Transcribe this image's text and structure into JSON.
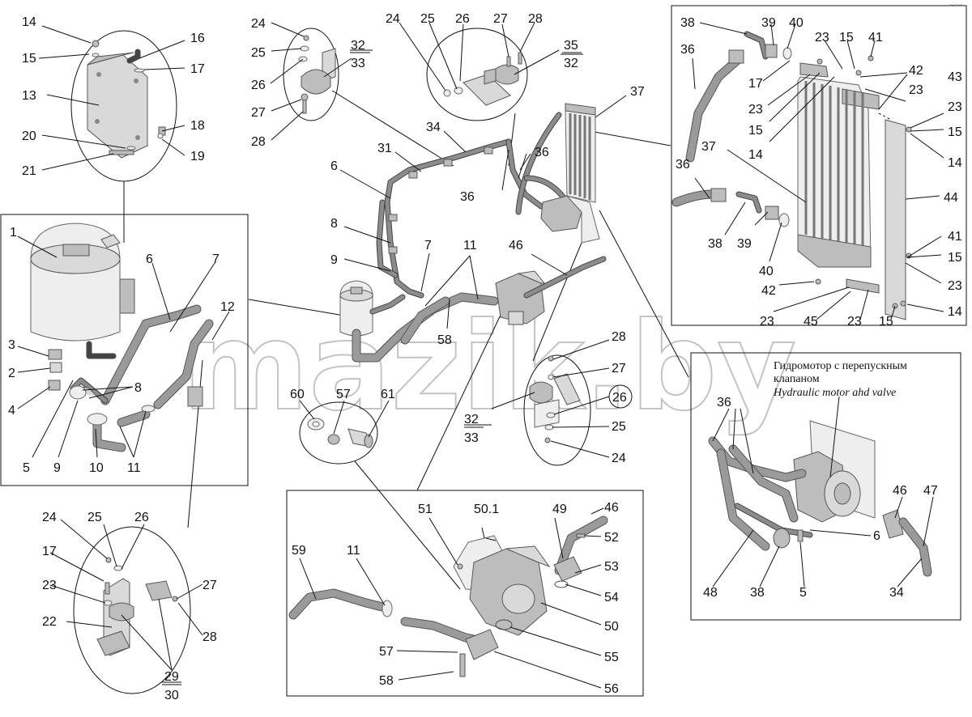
{
  "top_right_mark": "ᵃ⁻ᵐᵃᵇ",
  "watermark": "mazik.by",
  "caption": {
    "line1": "Гидромотор с перепускным",
    "line2": "клапаном",
    "line3": "Hydraulic motor ahd valve"
  },
  "labels": {
    "l14a": "14",
    "l15a": "15",
    "l16a": "16",
    "l17a": "17",
    "l13a": "13",
    "l18a": "18",
    "l19a": "19",
    "l20a": "20",
    "l21a": "21",
    "l24a": "24",
    "l25a": "25",
    "l26a": "26",
    "l32a": "32",
    "l33a": "33",
    "l27a": "27",
    "l28a": "28",
    "l24b": "24",
    "l25b": "25",
    "l26b": "26",
    "l27b": "27",
    "l28b": "28",
    "l35b": "35",
    "l32b": "32",
    "l37a": "37",
    "l34a": "34",
    "l31a": "31",
    "l6a": "6",
    "l36a": "36",
    "l36b": "36",
    "l8a": "8",
    "l9a": "9",
    "l7a": "7",
    "l11a": "11",
    "l46a": "46",
    "l38a": "38",
    "l39a": "39",
    "l40a": "40",
    "l23a": "23",
    "l15b": "15",
    "l41a": "41",
    "l36c": "36",
    "l17b": "17",
    "l42a": "42",
    "l23b": "23",
    "l23c": "23",
    "l15c": "15",
    "l43a": "43",
    "l14b": "14",
    "l23d": "23",
    "l15d": "15",
    "l14c": "14",
    "l37b": "37",
    "l36d": "36",
    "l44a": "44",
    "l38b": "38",
    "l39b": "39",
    "l40b": "40",
    "l41b": "41",
    "l15e": "15",
    "l23e": "23",
    "l42b": "42",
    "l23f": "23",
    "l23g": "23",
    "l15f": "15",
    "l14d": "14",
    "l45a": "45",
    "l1a": "1",
    "l6b": "6",
    "l7b": "7",
    "l12a": "12",
    "l3a": "3",
    "l2a": "2",
    "l8b": "8",
    "l4a": "4",
    "l5a": "5",
    "l9b": "9",
    "l10a": "10",
    "l11b": "11",
    "l58a": "58",
    "l60a": "60",
    "l57a": "57",
    "l61a": "61",
    "l28c": "28",
    "l27c": "27",
    "l26c": "26",
    "l25c": "25",
    "l24c": "24",
    "l32c": "32",
    "l33c": "33",
    "l36e": "36",
    "l6c": "6",
    "l46b": "46",
    "l47a": "47",
    "l48a": "48",
    "l38c": "38",
    "l5b": "5",
    "l34b": "34",
    "l24d": "24",
    "l25d": "25",
    "l26d": "26",
    "l17c": "17",
    "l23h": "23",
    "l27d": "27",
    "l22a": "22",
    "l28d": "28",
    "l29a": "29",
    "l30a": "30",
    "l51a": "51",
    "l501a": "50.1",
    "l49a": "49",
    "l46c": "46",
    "l52a": "52",
    "l59a": "59",
    "l11c": "11",
    "l53a": "53",
    "l54a": "54",
    "l50a": "50",
    "l55a": "55",
    "l57b": "57",
    "l58b": "58",
    "l56a": "56"
  }
}
